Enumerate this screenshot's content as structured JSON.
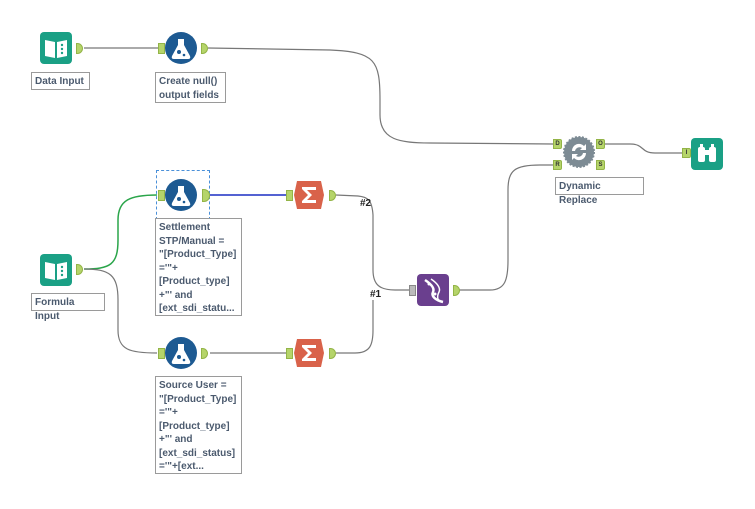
{
  "canvas": {
    "tools": [
      {
        "id": "data-input",
        "type": "input",
        "annotation": "Data Input"
      },
      {
        "id": "create-null-formula",
        "type": "formula",
        "annotation": "Create null()\noutput fields"
      },
      {
        "id": "formula-input",
        "type": "input",
        "annotation": "Formula Input"
      },
      {
        "id": "settlement-formula",
        "type": "formula",
        "selected": true,
        "annotation": "Settlement\nSTP/Manual =\n\"[Product_Type]\n='\"+\n[Product_type]\n+\"' and\n[ext_sdi_statu..."
      },
      {
        "id": "source-user-formula",
        "type": "formula",
        "annotation": "Source User =\n\"[Product_Type]\n='\"+\n[Product_type]\n+\"' and\n[ext_sdi_status]\n='\"+[ext..."
      },
      {
        "id": "summarize-1",
        "type": "summarize"
      },
      {
        "id": "summarize-2",
        "type": "summarize"
      },
      {
        "id": "transpose",
        "type": "dna"
      },
      {
        "id": "dynamic-replace",
        "type": "dynamic-replace",
        "annotation": "Dynamic Replace",
        "anchors": {
          "in": [
            "D",
            "R"
          ],
          "out": [
            "O",
            "S"
          ]
        }
      },
      {
        "id": "browse",
        "type": "browse",
        "anchors": {
          "in": [
            "I"
          ]
        }
      }
    ],
    "wire_labels": [
      "#2",
      "#1"
    ]
  },
  "colors": {
    "input": "#1aa085",
    "formula": "#1d5a92",
    "summarize": "#d9624a",
    "dna": "#6a3f8e",
    "dynamic": "#7d8b94",
    "anchor": "#b5d46a",
    "wire": "#777777",
    "wire_selected_in": "#2aa54a",
    "wire_selected_out": "#1b2fc4"
  }
}
